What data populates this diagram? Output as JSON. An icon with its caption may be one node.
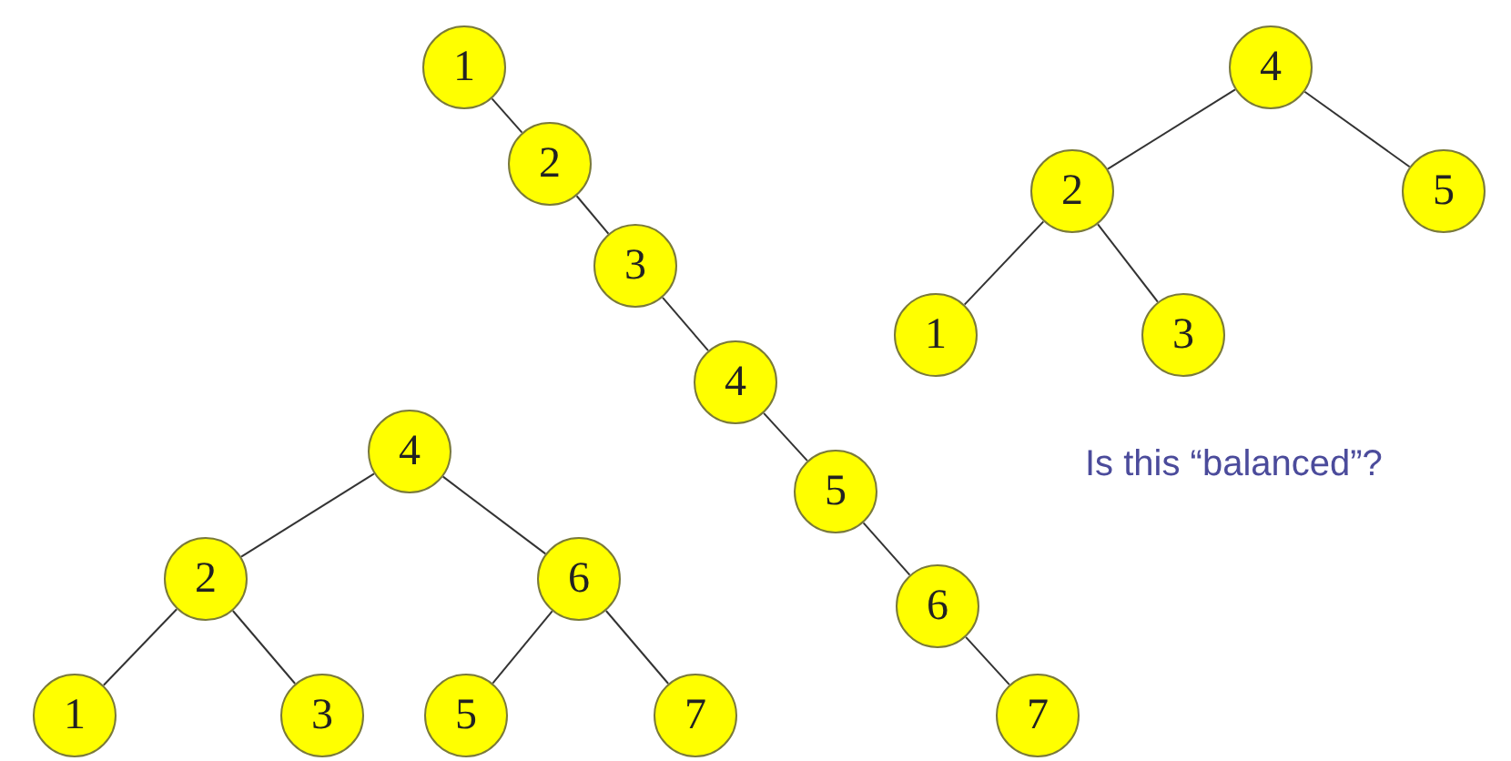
{
  "diagram": {
    "nodes": [
      {
        "text": [
          "1"
        ]
      },
      {
        "text": [
          "2"
        ]
      },
      {
        "text": [
          "3"
        ]
      },
      {
        "text": [
          "4"
        ]
      },
      {
        "text": [
          "5"
        ]
      },
      {
        "text": [
          "6"
        ]
      },
      {
        "text": [
          "7"
        ]
      },
      {
        "text": [
          "4"
        ]
      },
      {
        "text": [
          "2"
        ]
      },
      {
        "text": [
          "5"
        ]
      },
      {
        "text": [
          "1"
        ]
      },
      {
        "text": [
          "3"
        ]
      },
      {
        "text": [
          "4"
        ]
      },
      {
        "text": [
          "2"
        ]
      },
      {
        "text": [
          "6"
        ]
      },
      {
        "text": [
          "1"
        ]
      },
      {
        "text": [
          "3"
        ]
      },
      {
        "text": [
          "5"
        ]
      },
      {
        "text": [
          "7"
        ]
      }
    ],
    "edges": [
      {
        "from": 0,
        "to": 1,
        "arrow": "none"
      },
      {
        "from": 1,
        "to": 2,
        "arrow": "none"
      },
      {
        "from": 2,
        "to": 3,
        "arrow": "none"
      },
      {
        "from": 3,
        "to": 4,
        "arrow": "none"
      },
      {
        "from": 4,
        "to": 5,
        "arrow": "none"
      },
      {
        "from": 5,
        "to": 6,
        "arrow": "none"
      },
      {
        "from": 7,
        "to": 8,
        "arrow": "none"
      },
      {
        "from": 7,
        "to": 9,
        "arrow": "none"
      },
      {
        "from": 8,
        "to": 10,
        "arrow": "none"
      },
      {
        "from": 8,
        "to": 11,
        "arrow": "none"
      },
      {
        "from": 12,
        "to": 13,
        "arrow": "none"
      },
      {
        "from": 12,
        "to": 14,
        "arrow": "none"
      },
      {
        "from": 13,
        "to": 15,
        "arrow": "none"
      },
      {
        "from": 13,
        "to": 16,
        "arrow": "none"
      },
      {
        "from": 14,
        "to": 17,
        "arrow": "none"
      },
      {
        "from": 14,
        "to": 18,
        "arrow": "none"
      }
    ],
    "labels": [
      "Is this “balanced”?"
    ]
  }
}
